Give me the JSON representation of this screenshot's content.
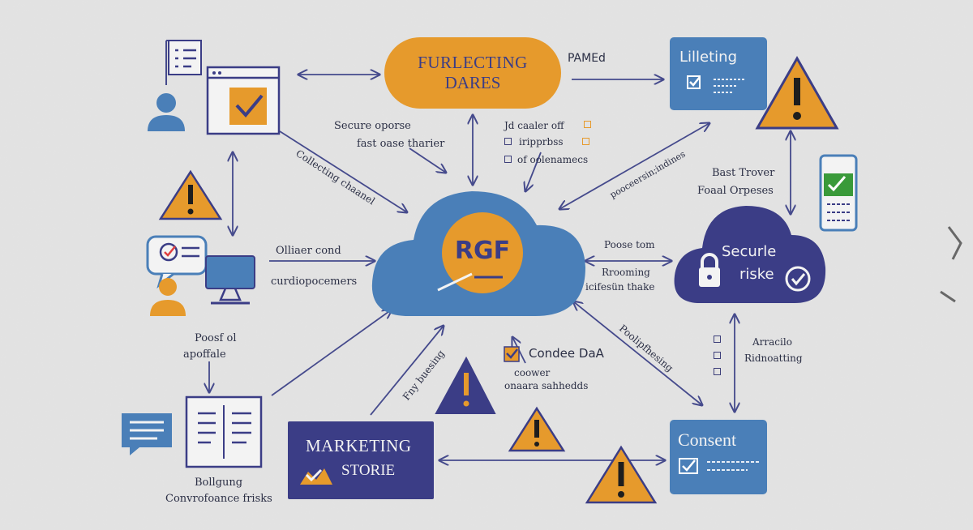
{
  "nodes": {
    "top_pill": {
      "line1": "FURLECTING",
      "line2": "DARES"
    },
    "top_right_box": {
      "title": "Lilleting"
    },
    "center_cloud": {
      "label": "RGF"
    },
    "right_cloud": {
      "line1": "Securle",
      "line2": "riske"
    },
    "bottom_right_box": {
      "title": "Consent"
    },
    "bottom_box": {
      "line1": "MARKETING",
      "line2": "STORIE"
    }
  },
  "labels": {
    "pamed": "PAMEd",
    "secure_opose": "Secure oporse",
    "fast_base": "fast oase tharier",
    "checklist": [
      "Jd caaler off",
      "iripprbss",
      "of oolenamecs"
    ],
    "collecting_channel": "Collecting chaanel",
    "pocersin": "pooceersin;indines",
    "bast_trover": "Bast Trover",
    "foaal_orpeses": "Foaal Orpeses",
    "olliaer_cond": "Olliaer cond",
    "cutdio": "curdiopocemers",
    "poose_tom": "Poose tom",
    "rrooming": "Rrooming",
    "tofeson_thake": "icifesün thake",
    "poosf": "Poosf ol",
    "apoffale": "apoffale",
    "fny_busing": "Fny buesing",
    "condee_daa": "Condee DaA",
    "coower": "coower",
    "onaara": "onaara sahhedds",
    "poolipfhesing": "Poolipfhesing",
    "arracilo": "Arracilo",
    "ridnoatting": "Ridnoatting",
    "bollgung": "Bollgung",
    "convrofance": "Convrofoance frisks"
  },
  "colors": {
    "navy": "#3b3d86",
    "blue": "#4a7fb8",
    "orange": "#e69a2c",
    "arrow": "#454a8c",
    "background": "#dcdcdc"
  },
  "icons": [
    "user-icon",
    "browser-check-icon",
    "warning-icon",
    "chat-icon",
    "monitor-icon",
    "document-icon",
    "phone-check-icon",
    "lock-icon",
    "checkmark-icon"
  ]
}
